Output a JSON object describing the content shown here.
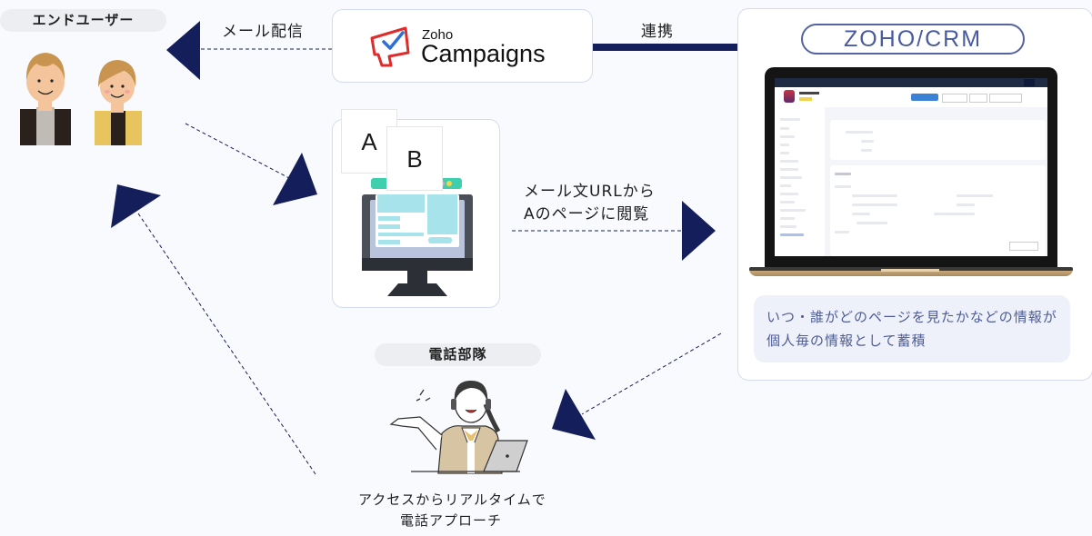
{
  "end_user": {
    "label": "エンドユーザー"
  },
  "arrows": {
    "mail_delivery": "メール配信",
    "integration": "連携",
    "page_view_line1": "メール文URLから",
    "page_view_line2": "Aのページに閲覧"
  },
  "campaigns": {
    "brand_small": "Zoho",
    "brand_large": "Campaigns",
    "logo_color": "#e02b2b",
    "check_color": "#2f6fd1"
  },
  "ab_test": {
    "paper_a": "A",
    "paper_b": "B"
  },
  "crm": {
    "title": "ZOHO/CRM",
    "info_line1": "いつ・誰がどのページを見たかなどの情報が",
    "info_line2": "個人毎の情報として蓄積"
  },
  "phone_team": {
    "label": "電話部隊",
    "caption_line1": "アクセスからリアルタイムで",
    "caption_line2": "電話アプローチ"
  },
  "colors": {
    "arrow_navy": "#141e5a",
    "crm_accent": "#4a5a9e",
    "background": "#f8fafd"
  }
}
